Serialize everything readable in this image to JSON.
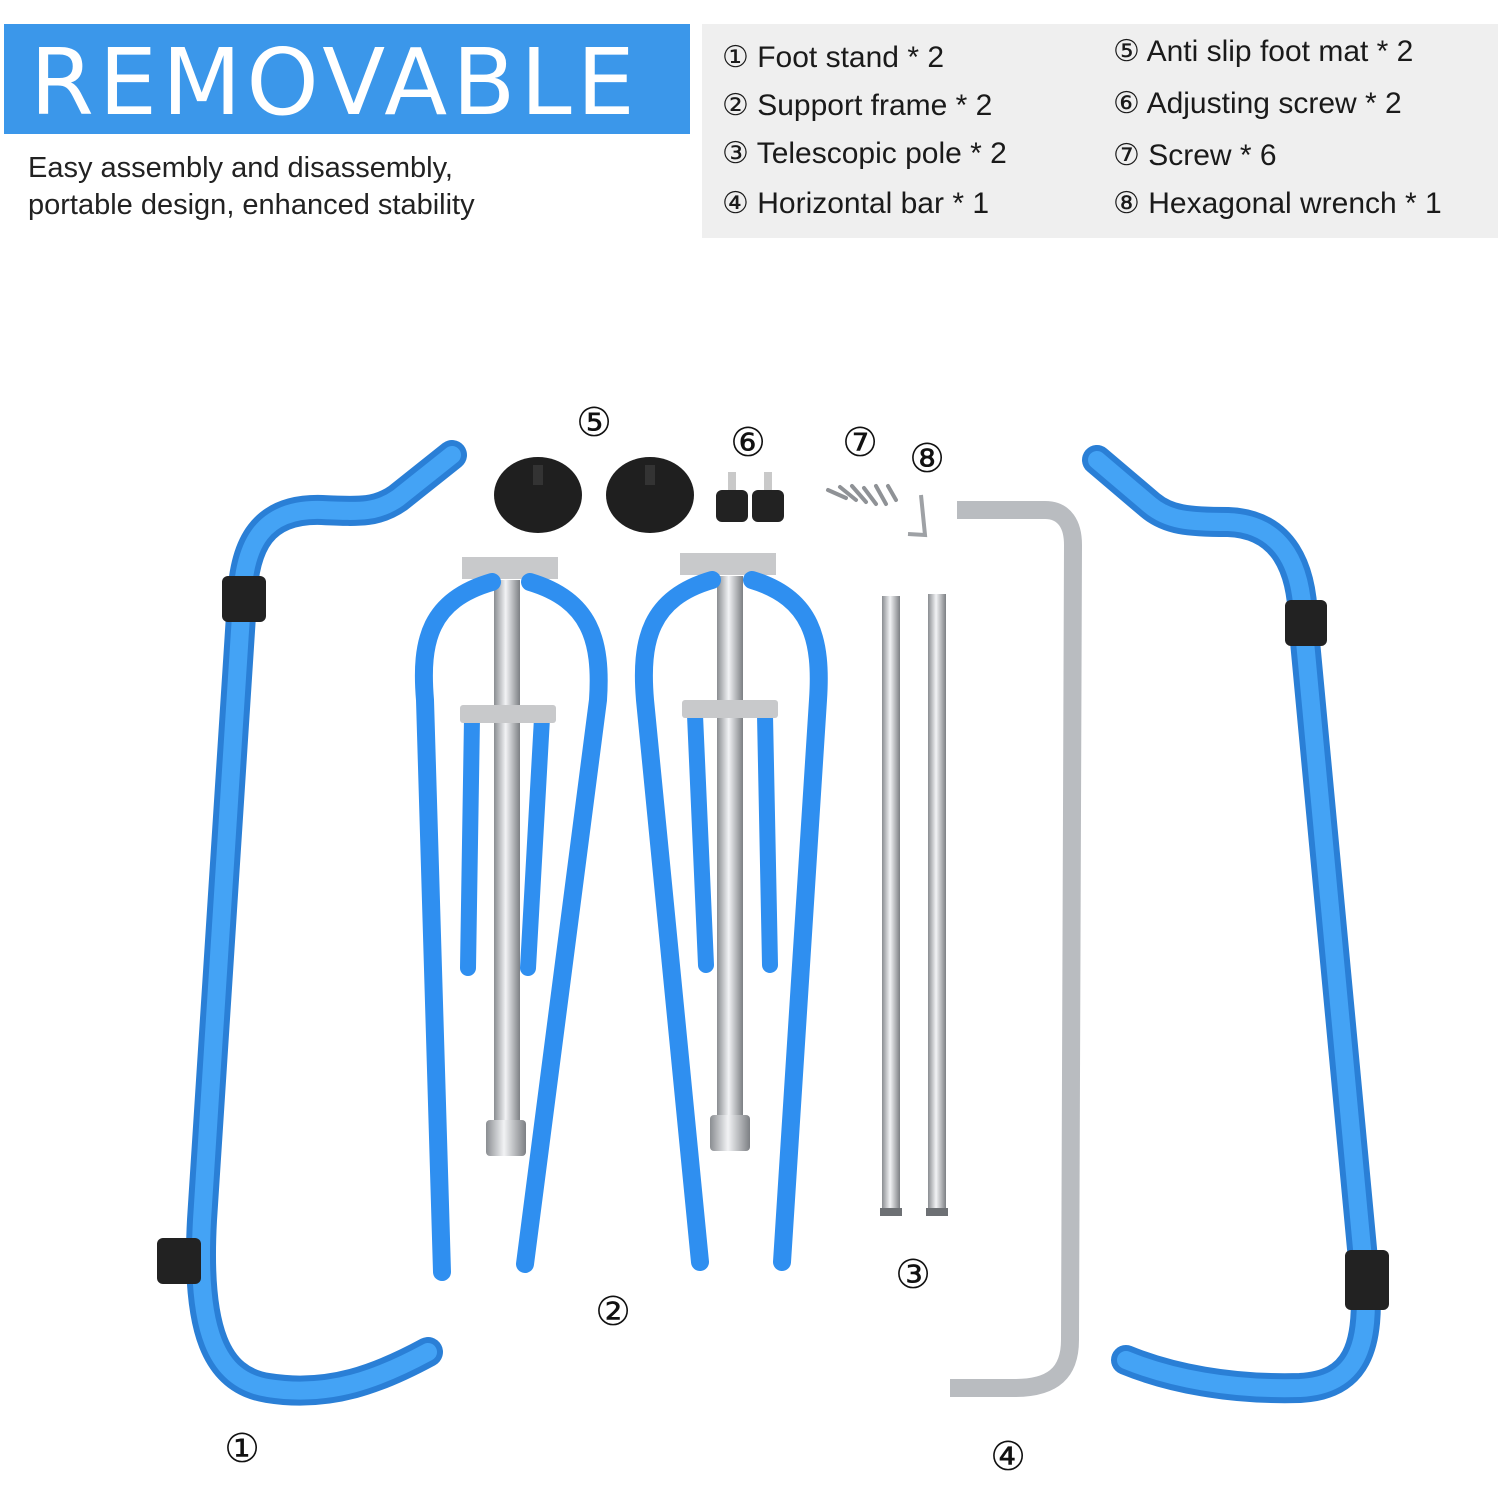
{
  "header": {
    "title": "REMOVABLE",
    "subtitle_lines": [
      "Easy assembly and disassembly,",
      "portable design, enhanced stability"
    ]
  },
  "parts": [
    {
      "label": "① Foot stand * 2"
    },
    {
      "label": "② Support frame * 2"
    },
    {
      "label": "③ Telescopic pole * 2"
    },
    {
      "label": "④ Horizontal bar * 1"
    },
    {
      "label": "⑤ Anti slip foot mat * 2"
    },
    {
      "label": "⑥ Adjusting screw * 2"
    },
    {
      "label": "⑦ Screw * 6"
    },
    {
      "label": "⑧ Hexagonal wrench * 1"
    }
  ],
  "image_labels": {
    "foot_stand": "①",
    "support_frame": "②",
    "telescopic_pole": "③",
    "horizontal_bar": "④",
    "foot_mat": "⑤",
    "adjusting_screw": "⑥",
    "screw": "⑦",
    "wrench": "⑧"
  },
  "colors": {
    "banner": "#3b97ea",
    "tube_blue": "#2f8ff0",
    "steel": "#b9bcc0",
    "parts_box": "#efefef"
  }
}
